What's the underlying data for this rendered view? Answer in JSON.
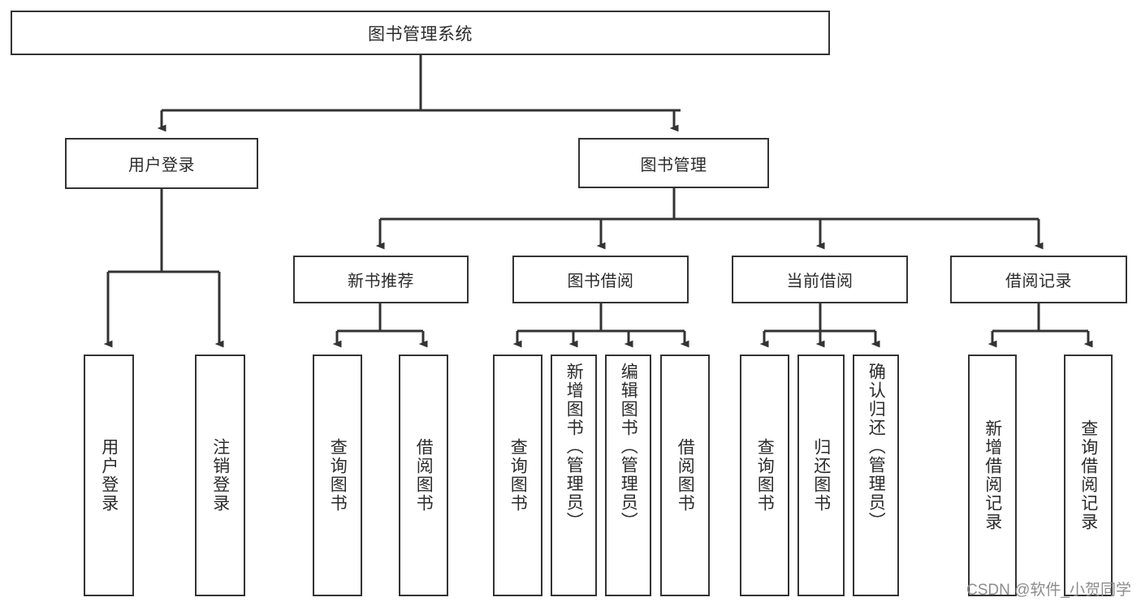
{
  "diagram": {
    "title": "图书管理系统",
    "type": "tree",
    "watermark": "CSDN @软件_小贺同学",
    "colors": {
      "node_border": "#333333",
      "node_fill": "#ffffff",
      "edge": "#333333",
      "text": "#2b2b2b",
      "watermark": "#8c8c8c",
      "background": "#ffffff"
    },
    "nodes": {
      "root": {
        "label": "图书管理系统"
      },
      "level1": [
        {
          "id": "user-login",
          "label": "用户登录"
        },
        {
          "id": "book-manage",
          "label": "图书管理"
        }
      ],
      "level2": [
        {
          "id": "new-book-recommend",
          "label": "新书推荐"
        },
        {
          "id": "book-borrow",
          "label": "图书借阅"
        },
        {
          "id": "current-borrow",
          "label": "当前借阅"
        },
        {
          "id": "borrow-record",
          "label": "借阅记录"
        }
      ],
      "leaves": [
        {
          "id": "leaf-user-login",
          "label": "用户登录",
          "parent": "user-login"
        },
        {
          "id": "leaf-logout",
          "label": "注销登录",
          "parent": "user-login"
        },
        {
          "id": "leaf-query-book-1",
          "label": "查询图书",
          "parent": "new-book-recommend"
        },
        {
          "id": "leaf-borrow-book-1",
          "label": "借阅图书",
          "parent": "new-book-recommend"
        },
        {
          "id": "leaf-query-book-2",
          "label": "查询图书",
          "parent": "book-borrow"
        },
        {
          "id": "leaf-add-book",
          "label": "新增图书（管理员）",
          "parent": "book-borrow"
        },
        {
          "id": "leaf-edit-book",
          "label": "编辑图书（管理员）",
          "parent": "book-borrow"
        },
        {
          "id": "leaf-borrow-book-2",
          "label": "借阅图书",
          "parent": "book-borrow"
        },
        {
          "id": "leaf-query-book-3",
          "label": "查询图书",
          "parent": "current-borrow"
        },
        {
          "id": "leaf-return-book",
          "label": "归还图书",
          "parent": "current-borrow"
        },
        {
          "id": "leaf-confirm-return",
          "label": "确认归还（管理员）",
          "parent": "current-borrow"
        },
        {
          "id": "leaf-add-record",
          "label": "新增借阅记录",
          "parent": "borrow-record"
        },
        {
          "id": "leaf-query-record",
          "label": "查询借阅记录",
          "parent": "borrow-record"
        }
      ]
    }
  }
}
